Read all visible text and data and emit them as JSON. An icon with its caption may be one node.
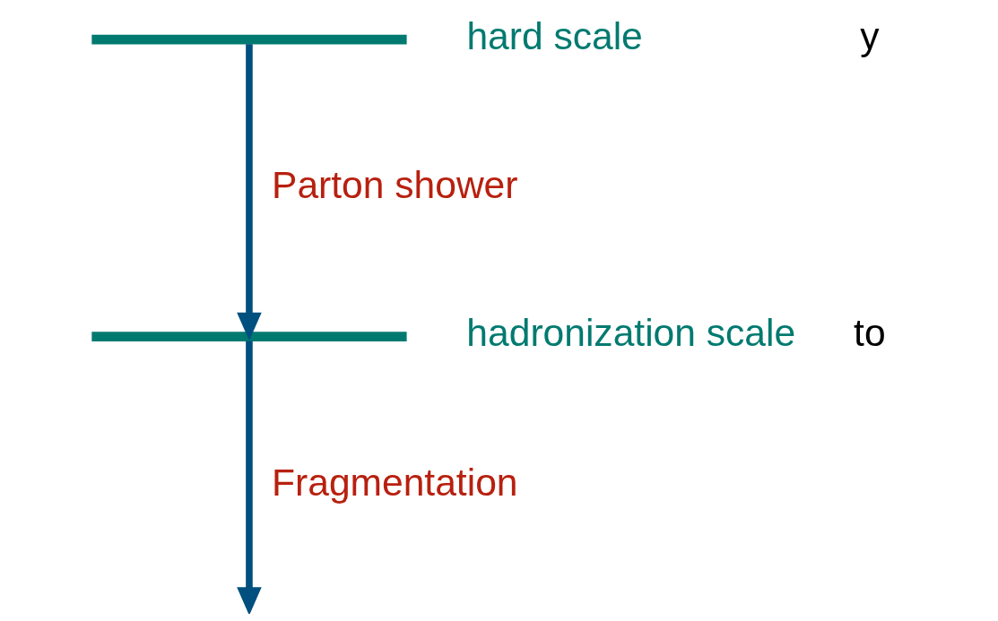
{
  "diagram": {
    "nodes": [
      {
        "text": [],
        "shape": "bar",
        "beside": [
          "hard scale"
        ]
      },
      {
        "text": [],
        "shape": "bar",
        "beside": [
          "hadronization scale"
        ]
      }
    ],
    "edges": [
      {
        "from": 0,
        "to": 1,
        "arrow": "to",
        "label": "Parton shower"
      },
      {
        "from": 1,
        "to": null,
        "arrow": "to",
        "label": "Fragmentation"
      }
    ],
    "labels": [
      "y",
      "to"
    ]
  }
}
